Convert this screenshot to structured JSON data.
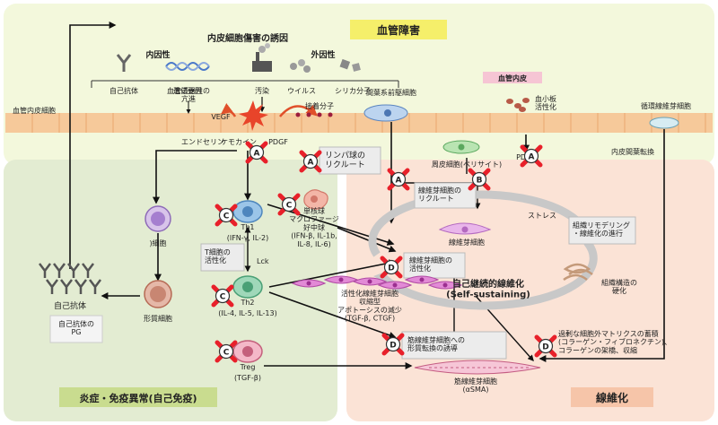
{
  "regions": {
    "vascular": "血管障害",
    "inflammation": "炎症・免疫異常(自己免疫)",
    "fibrosis": "線維化"
  },
  "triggers": {
    "title": "内皮細胞傷害の誘因",
    "intrinsic": "内因性",
    "extrinsic": "外因性",
    "items": [
      "自己抗体",
      "遺伝要因",
      "汚染",
      "ウイルス",
      "シリカ分子"
    ]
  },
  "vessel": {
    "endothelial_cell": "血管内皮細胞",
    "permeability": "血管透過性の\n亢進",
    "vegf": "VEGF",
    "adhesion": "接着分子",
    "mesenchymal_precursor": "間葉系前駆細胞",
    "vascular_endothelium": "血管内皮",
    "platelet": "血小板\n活性化",
    "circulating_fibrocyte": "循環線維芽細胞",
    "endothelin": "エンドセリン",
    "chemokine": "ケモカイン",
    "pdgf": "PDGF",
    "pdgf2": "PDGF",
    "endo_mesen": "内皮間葉転換"
  },
  "immune": {
    "lymph_recruit": "リンパ球の\nリクルート",
    "b_cell": ")細胞",
    "th1": "Th1",
    "th1_cytokines": "(IFN-γ, IL-2)",
    "mono": "単核球\nマクロファージ\n好中球\n(IFN-β, IL-1b,\nIL-8, IL-6)",
    "t_activation": "T細胞の\n活性化",
    "lck": "Lck",
    "th2": "Th2",
    "th2_cytokines": "(IL-4, IL-5, IL-13)",
    "plasma_cell": "形質細胞",
    "autoantibody": "自己抗体",
    "autoantibody_pg": "自己抗体の\nPG",
    "treg": "Treg",
    "treg_cytokine": "(TGF-β)"
  },
  "fibro": {
    "pericyte": "周皮細胞(ペリサイト)",
    "fibro_recruit": "線維芽細胞の\nリクルート",
    "stress": "ストレス",
    "fibroblast": "線維芽細胞",
    "remodel": "組織リモデリング\n・線維化の進行",
    "fibro_activation": "線維芽細胞の\n活性化",
    "activated": "活性化線維芽細胞\n収縮型\nアポトーシスの減少\n(TGF-β, CTGF)",
    "self_sustain": "自己継続的線維化\n(Self-sustaining)",
    "tissue_hardening": "組織構造の\n硬化",
    "myo_induction": "筋線維芽細胞への\n形質転換の誘導",
    "ecm": "過剰な細胞外マトリクスの蓄積\n(コラーゲン・フィブロネクチン)、\nコラーゲンの架橋、収縮",
    "myofibroblast": "筋線維芽細胞\n(αSMA)"
  },
  "markers": [
    "A",
    "B",
    "C",
    "D"
  ],
  "colors": {
    "vascular_bg": "#f3f8dc",
    "inflammation_bg": "#e3ecd2",
    "fibrosis_bg": "#fbe3d6",
    "title_yellow": "#f5ef6a",
    "title_green": "#c9dc8f",
    "title_pink": "#f6c5a9",
    "vessel": "#f6c99a",
    "marker_red": "#e8202a"
  }
}
